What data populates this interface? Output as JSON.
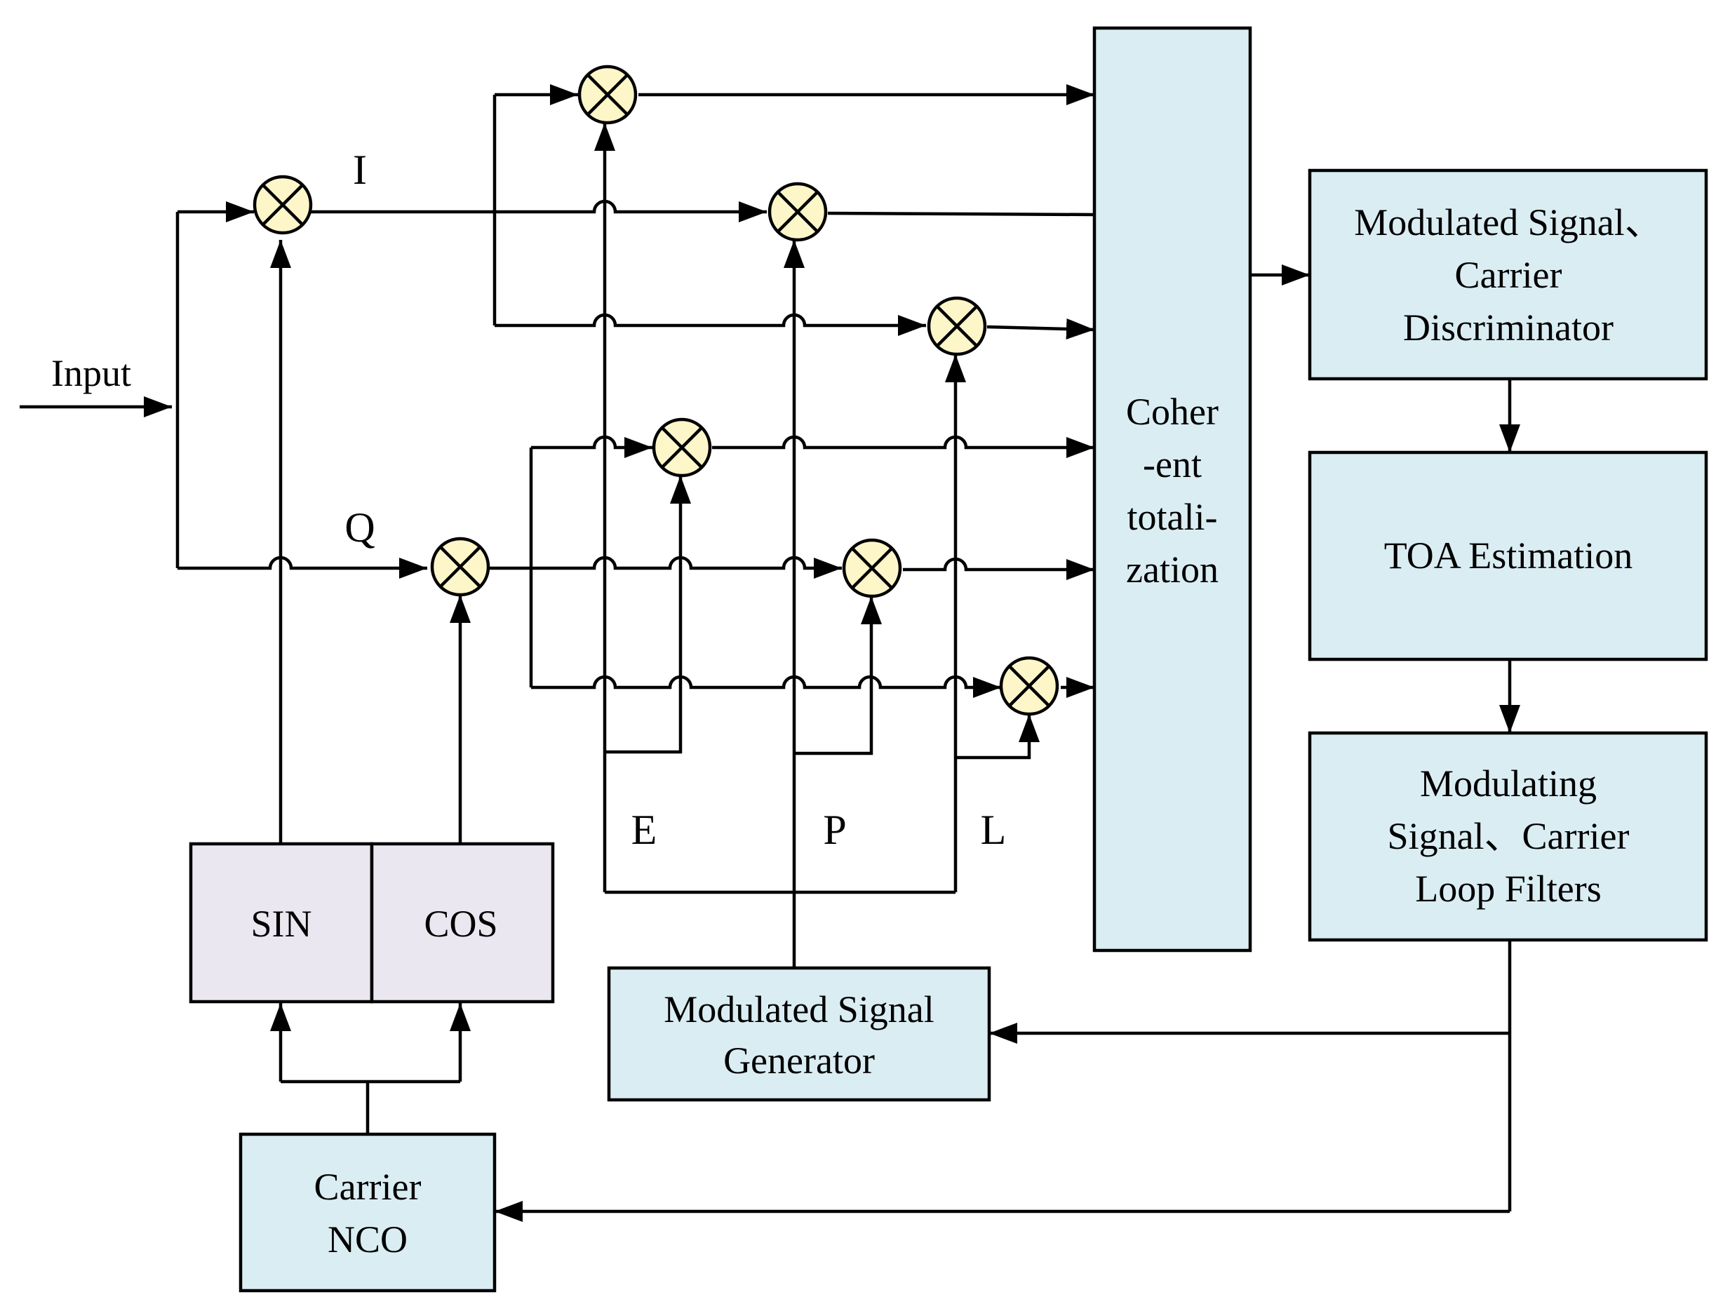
{
  "input_label": "Input",
  "signals": {
    "i": "I",
    "q": "Q",
    "e": "E",
    "p": "P",
    "l": "L"
  },
  "blocks": {
    "sin": "SIN",
    "cos": "COS",
    "carrier_nco": [
      "Carrier",
      "NCO"
    ],
    "modulated_signal_generator": [
      "Modulated Signal",
      "Generator"
    ],
    "coherent_totalization": [
      "Coher",
      "-ent",
      "totali-",
      "zation"
    ],
    "discriminator": [
      "Modulated Signal、",
      "Carrier",
      "Discriminator"
    ],
    "toa_estimation": "TOA Estimation",
    "loop_filters": [
      "Modulating",
      "Signal、Carrier",
      "Loop Filters"
    ]
  },
  "colors": {
    "block_fill": "#daedf3",
    "trig_fill": "#ebe7f0",
    "multiplier_fill": "#fdf6c8",
    "line": "#000000"
  }
}
